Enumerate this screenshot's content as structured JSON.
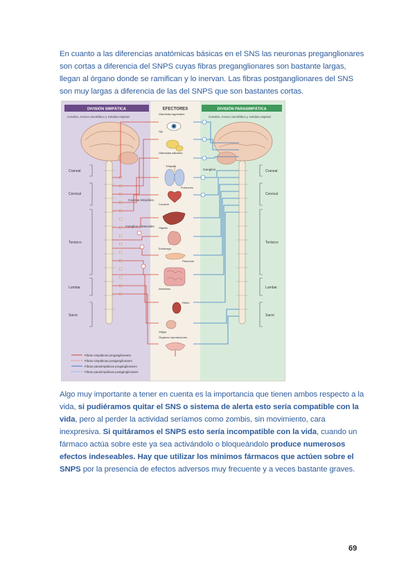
{
  "paragraph_top": {
    "text": "En cuanto a las diferencias anatómicas básicas en el SNS las neuronas preganglionares son cortas a diferencia del SNPS cuyas fibras preganglionares son bastante largas, llegan al órgano donde se ramifican y lo inervan. Las fibras postganglionares del SNS son muy largas a diferencia de las del SNPS que son bastantes cortas."
  },
  "figure": {
    "header_left": "DIVISIÓN SIMPÁTICA",
    "header_center": "EFECTORES",
    "header_right": "DIVISIÓN PARASIMPÁTICA",
    "sub_left": "Cerebro, tronco encefálico y médula espinal",
    "sub_right": "Cerebro, tronco encefálico y médula espinal",
    "levels_left": [
      "Craneal",
      "Cervical",
      "Torácico",
      "Lumbar",
      "Sacro"
    ],
    "levels_right": [
      "Craneal",
      "Cervical",
      "Torácico",
      "Lumbar",
      "Sacro"
    ],
    "label_chain": "Cadena simpática",
    "label_ganglia": "Ganglios colaterales",
    "label_ganglia_right": "Ganglios",
    "effectors": [
      "Glándulas lagrimales",
      "Ojo",
      "Glándulas salivales",
      "Tráquea",
      "Pulmones",
      "Corazón",
      "Hígado",
      "Estómago",
      "Páncreas",
      "Intestinos",
      "Riñón",
      "Vejiga",
      "Órganos reproductores"
    ],
    "legend": [
      "Fibras simpáticas preganglionares",
      "Fibras simpáticas postganglionares",
      "Fibras parasimpáticas preganglionares",
      "Fibras parasimpáticas postganglionares"
    ],
    "colors": {
      "sympathetic_bg": "#d9cfe3",
      "parasympathetic_bg": "#d6e9d9",
      "sympathetic_header": "#6a4a86",
      "parasympathetic_header": "#3f9a5b",
      "pre_symp": "#d04a3a",
      "post_symp": "#e07b6c",
      "pre_para": "#3a7fc4",
      "post_para": "#6aaee0"
    }
  },
  "paragraph_bottom": {
    "s1": "Algo muy importante a tener en cuenta es la importancia que tienen ambos respecto a la vida, ",
    "s2_bold": "si pudiéramos quitar el SNS o sistema de alerta esto sería compatible con la vida",
    "s3": ", pero al perder la actividad seríamos como zombis, sin movimiento, cara inexpresiva. ",
    "s4_bold": "Si quitáramos el SNPS esto sería incompatible con la vida",
    "s5": ", cuando un fármaco actúa sobre este ya sea activándolo o bloqueándolo ",
    "s6_bold": "produce numerosos efectos indeseables. Hay que utilizar los mínimos fármacos que actúen sobre el SNPS",
    "s7": " por la presencia de efectos adversos muy frecuente y a veces bastante graves."
  },
  "page_number": "69"
}
